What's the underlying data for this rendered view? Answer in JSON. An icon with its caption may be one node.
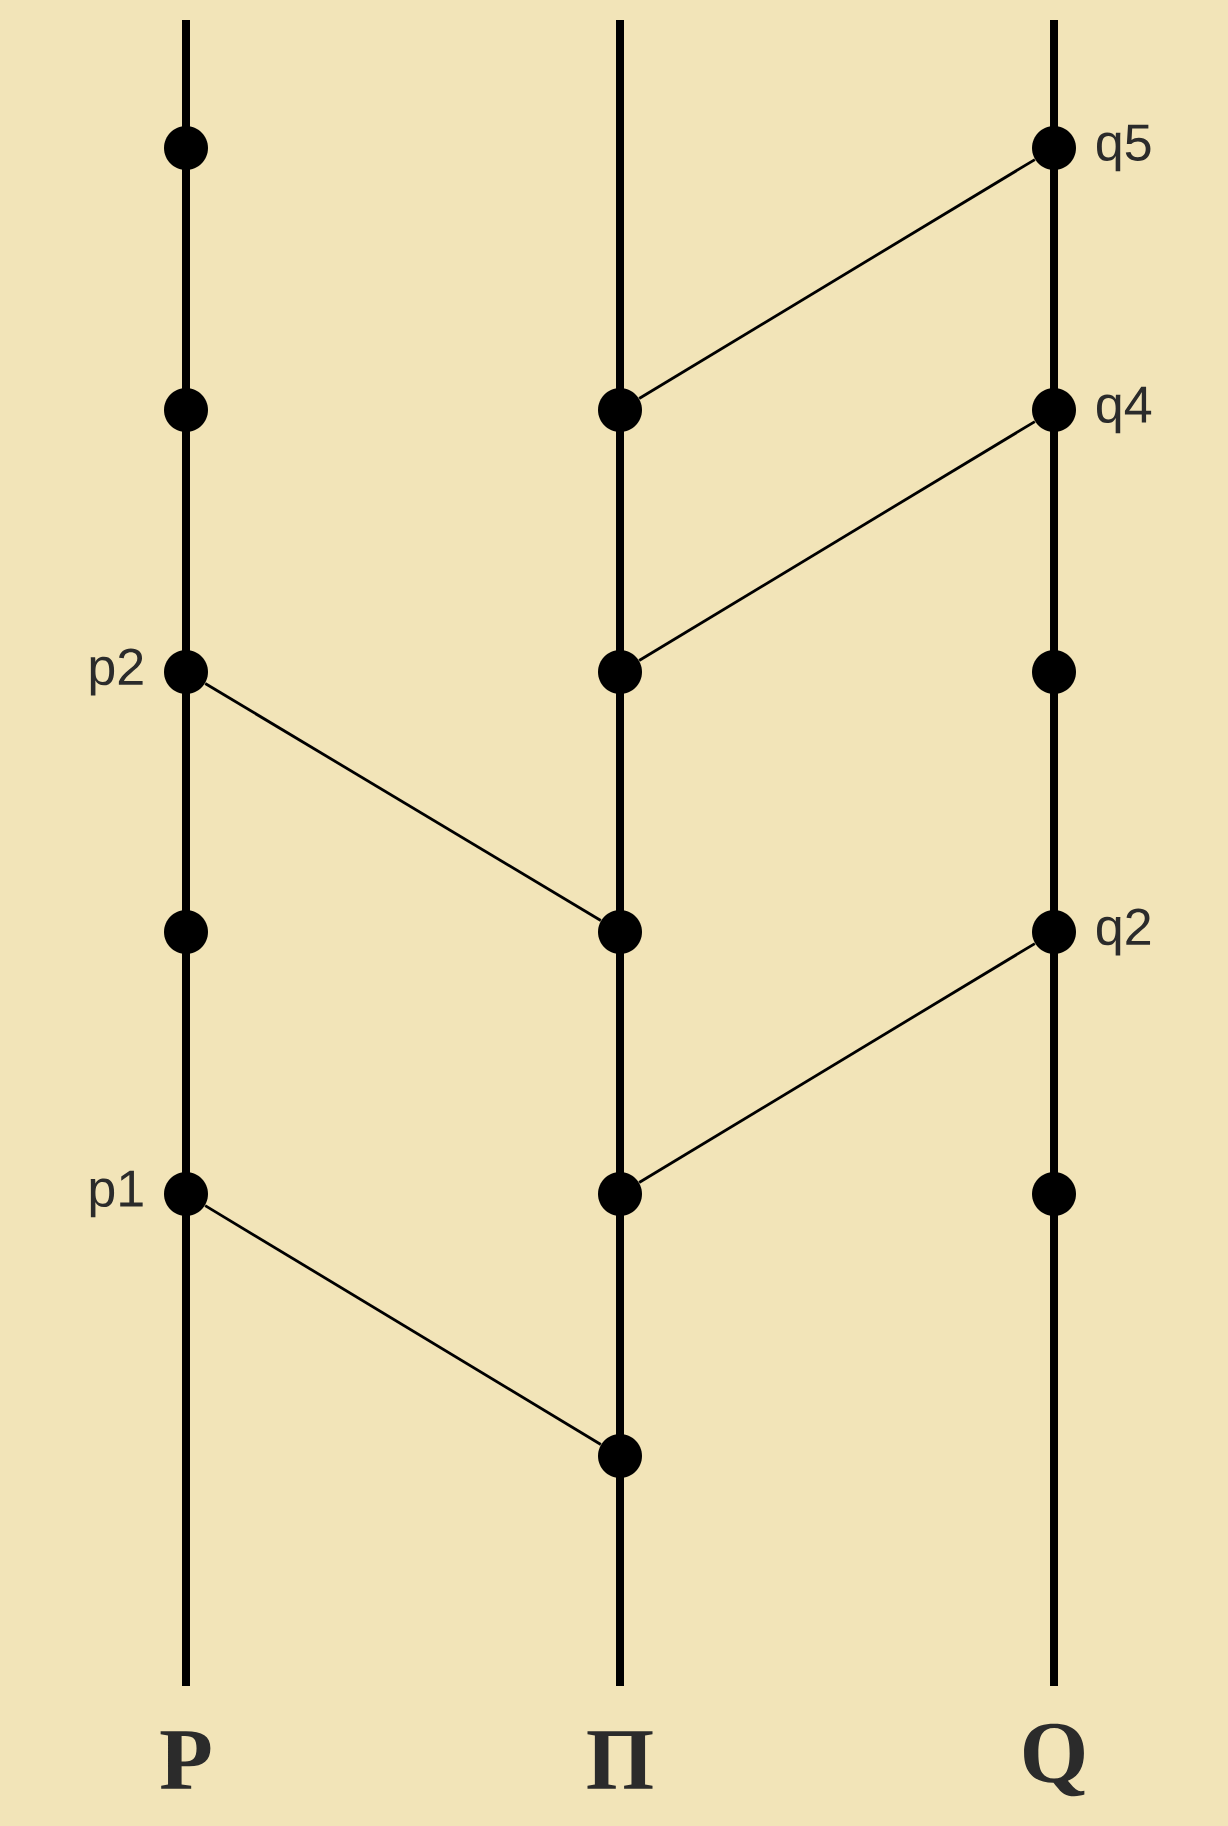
{
  "diagram": {
    "nodes": [
      {
        "text": [],
        "shape": "circle"
      },
      {
        "text": [],
        "shape": "circle"
      },
      {
        "text": [],
        "shape": "circle",
        "beside": [
          "p2"
        ]
      },
      {
        "text": [],
        "shape": "circle"
      },
      {
        "text": [],
        "shape": "circle",
        "beside": [
          "p1"
        ]
      },
      {
        "text": [],
        "shape": "circle"
      },
      {
        "text": [],
        "shape": "circle"
      },
      {
        "text": [],
        "shape": "circle"
      },
      {
        "text": [],
        "shape": "circle"
      },
      {
        "text": [],
        "shape": "circle"
      },
      {
        "text": [],
        "shape": "circle",
        "beside": [
          "q5"
        ]
      },
      {
        "text": [],
        "shape": "circle",
        "beside": [
          "q4"
        ]
      },
      {
        "text": [],
        "shape": "circle"
      },
      {
        "text": [],
        "shape": "circle",
        "beside": [
          "q2"
        ]
      },
      {
        "text": [],
        "shape": "circle"
      }
    ],
    "edges": [
      {
        "from": 10,
        "to": 5,
        "arrow": "none"
      },
      {
        "from": 11,
        "to": 6,
        "arrow": "none"
      },
      {
        "from": 2,
        "to": 7,
        "arrow": "none"
      },
      {
        "from": 13,
        "to": 8,
        "arrow": "none"
      },
      {
        "from": 4,
        "to": 9,
        "arrow": "none"
      }
    ],
    "labels": [
      "P",
      "Π",
      "Q"
    ]
  }
}
